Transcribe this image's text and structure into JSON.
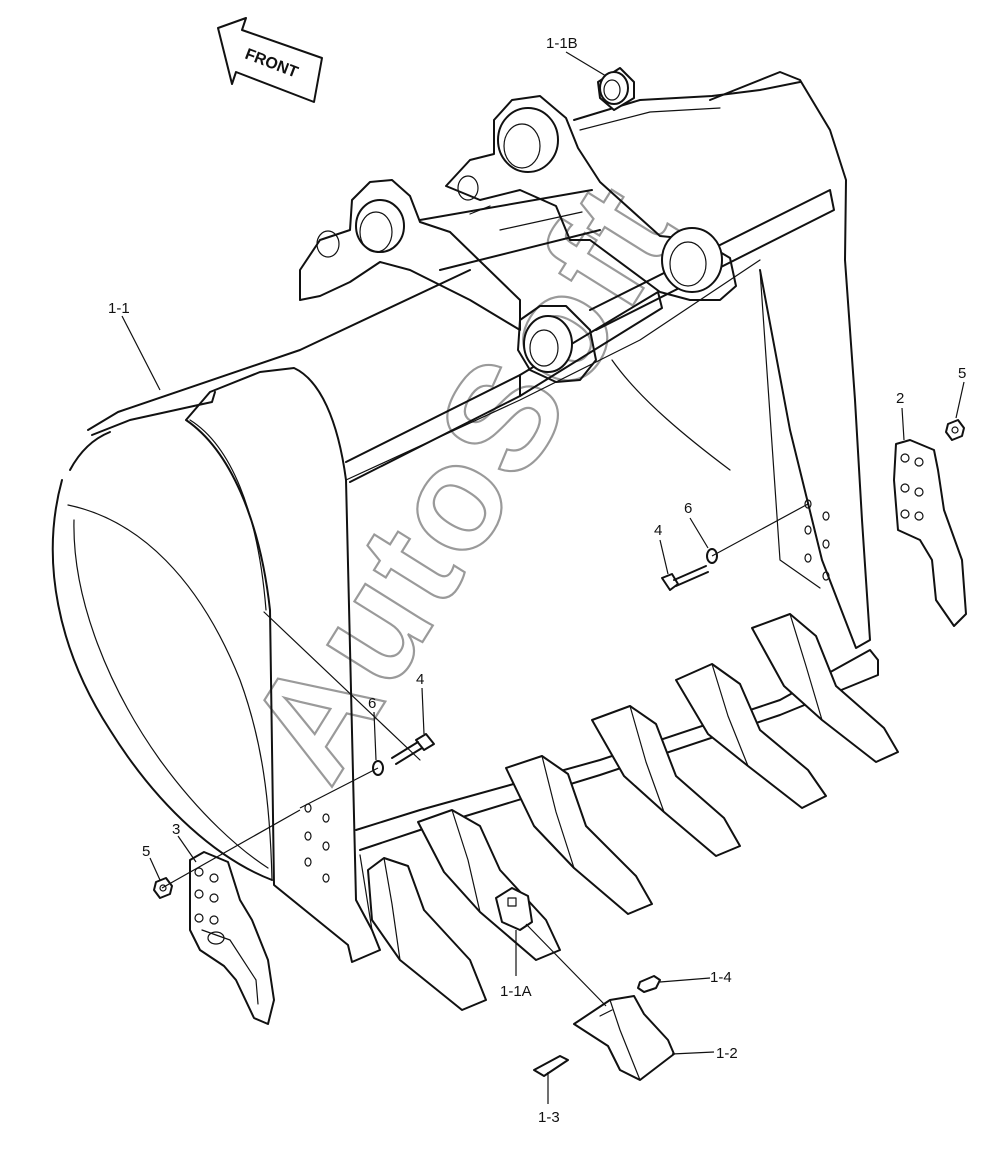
{
  "watermark": "AutoSoft",
  "front_label": "FRONT",
  "parts": {
    "p1_1": "1-1",
    "p1_1A": "1-1A",
    "p1_1B": "1-1B",
    "p1_2": "1-2",
    "p1_3": "1-3",
    "p1_4": "1-4",
    "p2": "2",
    "p3": "3",
    "p4_right": "4",
    "p4_left": "4",
    "p5_right": "5",
    "p5_left": "5",
    "p6_right": "6",
    "p6_left": "6"
  },
  "icons": {
    "front_arrow": "front-arrow-icon"
  }
}
